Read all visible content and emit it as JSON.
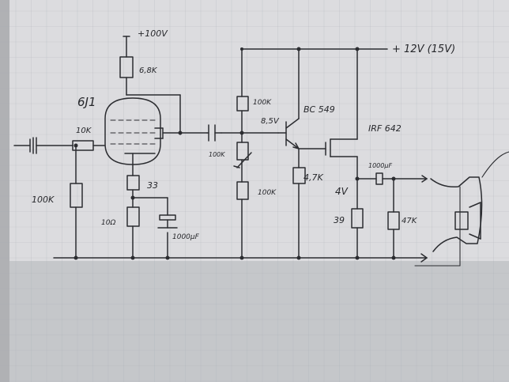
{
  "paper": {
    "color": "#dcdcdf",
    "shade": "#c7c8cb",
    "grid_color": "#a9aeb6",
    "ink": "#2b2c30"
  },
  "labels": {
    "supply_hv": "+100V",
    "supply_lv": "+ 12V (15V)",
    "r_plate": "6,8K",
    "tube": "6J1",
    "r_grid_series": "10K",
    "r_grid_leak": "100K",
    "r_cathode_1": "33",
    "r_cathode_2": "10Ω",
    "c_cathode": "1000µF",
    "r_bias_top": "100K",
    "r_bias_pot": "100K",
    "r_bias_bottom": "100K",
    "bias_voltage": "8,5V",
    "transistor": "BC 549",
    "r_emitter": "4,7K",
    "mosfet": "IRF 642",
    "source_voltage": "4V",
    "c_output": "1000µF",
    "r_source": "39",
    "r_load": "47K"
  }
}
